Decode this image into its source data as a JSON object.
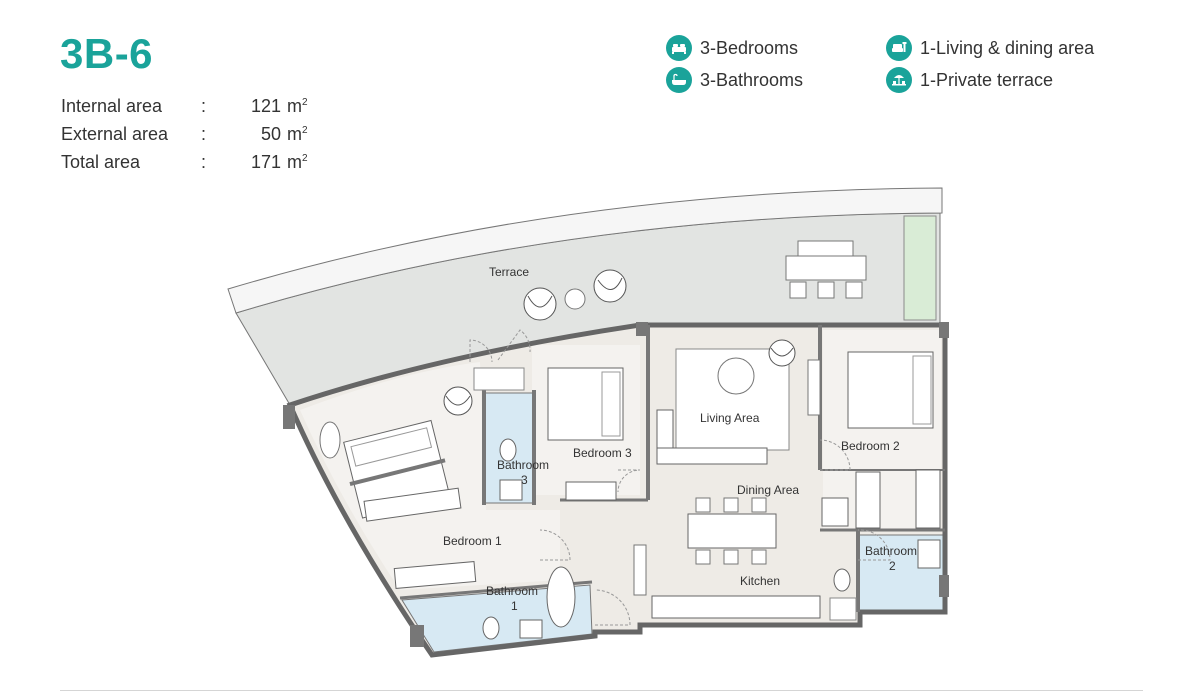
{
  "unit": {
    "title": "3B-6"
  },
  "areas": [
    {
      "label": "Internal area",
      "value": "121",
      "unit": "m",
      "sup": "2"
    },
    {
      "label": "External area",
      "value": "50",
      "unit": "m",
      "sup": "2"
    },
    {
      "label": "Total area",
      "value": "171",
      "unit": "m",
      "sup": "2"
    }
  ],
  "features": [
    {
      "label": "3-Bedrooms",
      "icon": "bed-icon"
    },
    {
      "label": "3-Bathrooms",
      "icon": "bathtub-icon"
    },
    {
      "label": "1-Living & dining area",
      "icon": "sofa-icon"
    },
    {
      "label": "1-Private terrace",
      "icon": "terrace-icon"
    }
  ],
  "rooms": {
    "terrace": "Terrace",
    "living": "Living Area",
    "dining": "Dining Area",
    "kitchen": "Kitchen",
    "bedroom1": "Bedroom 1",
    "bedroom2": "Bedroom 2",
    "bedroom3": "Bedroom 3",
    "bathroom1_a": "Bathroom",
    "bathroom1_b": "1",
    "bathroom2_a": "Bathroom",
    "bathroom2_b": "2",
    "bathroom3_a": "Bathroom",
    "bathroom3_b": "3"
  },
  "colors": {
    "accent": "#1aa39a",
    "wall": "#6b6b6b",
    "floor_terrace": "#e2e4e2",
    "floor_interior": "#eeebe6",
    "floor_bath": "#d7e9f3",
    "planter": "#d9ecd6"
  }
}
